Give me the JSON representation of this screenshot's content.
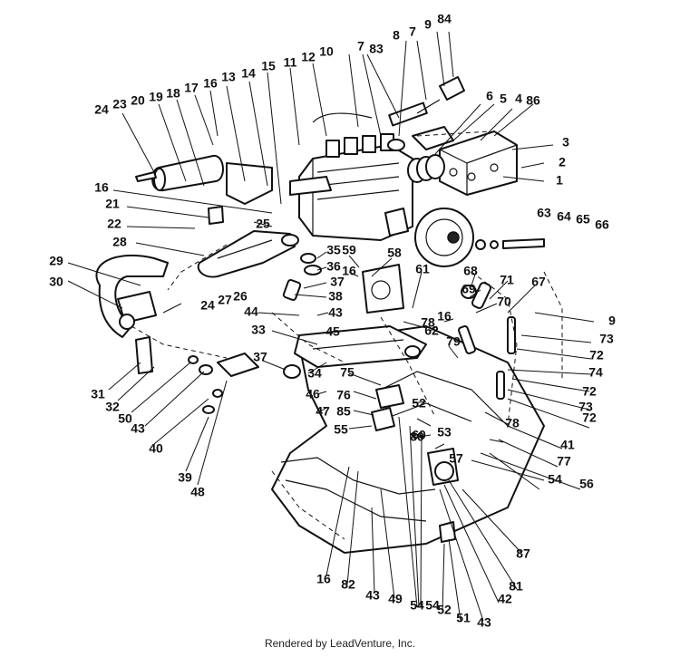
{
  "footer": {
    "credit": "Rendered by LeadVenture, Inc."
  },
  "callouts": [
    "1",
    "2",
    "3",
    "4",
    "5",
    "6",
    "7",
    "8",
    "9",
    "10",
    "11",
    "12",
    "13",
    "14",
    "15",
    "16",
    "16",
    "16",
    "16",
    "16",
    "17",
    "18",
    "19",
    "20",
    "21",
    "22",
    "23",
    "24",
    "24",
    "25",
    "26",
    "27",
    "28",
    "29",
    "30",
    "31",
    "32",
    "33",
    "34",
    "35",
    "36",
    "37",
    "37",
    "38",
    "39",
    "40",
    "41",
    "42",
    "43",
    "43",
    "43",
    "43",
    "44",
    "45",
    "46",
    "47",
    "48",
    "49",
    "50",
    "51",
    "52",
    "52",
    "53",
    "54",
    "54",
    "54",
    "55",
    "56",
    "57",
    "58",
    "59",
    "60",
    "61",
    "62",
    "63",
    "64",
    "65",
    "66",
    "67",
    "68",
    "69",
    "70",
    "71",
    "72",
    "72",
    "72",
    "73",
    "73",
    "74",
    "75",
    "76",
    "77",
    "78",
    "78",
    "79",
    "80",
    "81",
    "82",
    "83",
    "84",
    "85",
    "86",
    "87",
    "9",
    "7"
  ]
}
